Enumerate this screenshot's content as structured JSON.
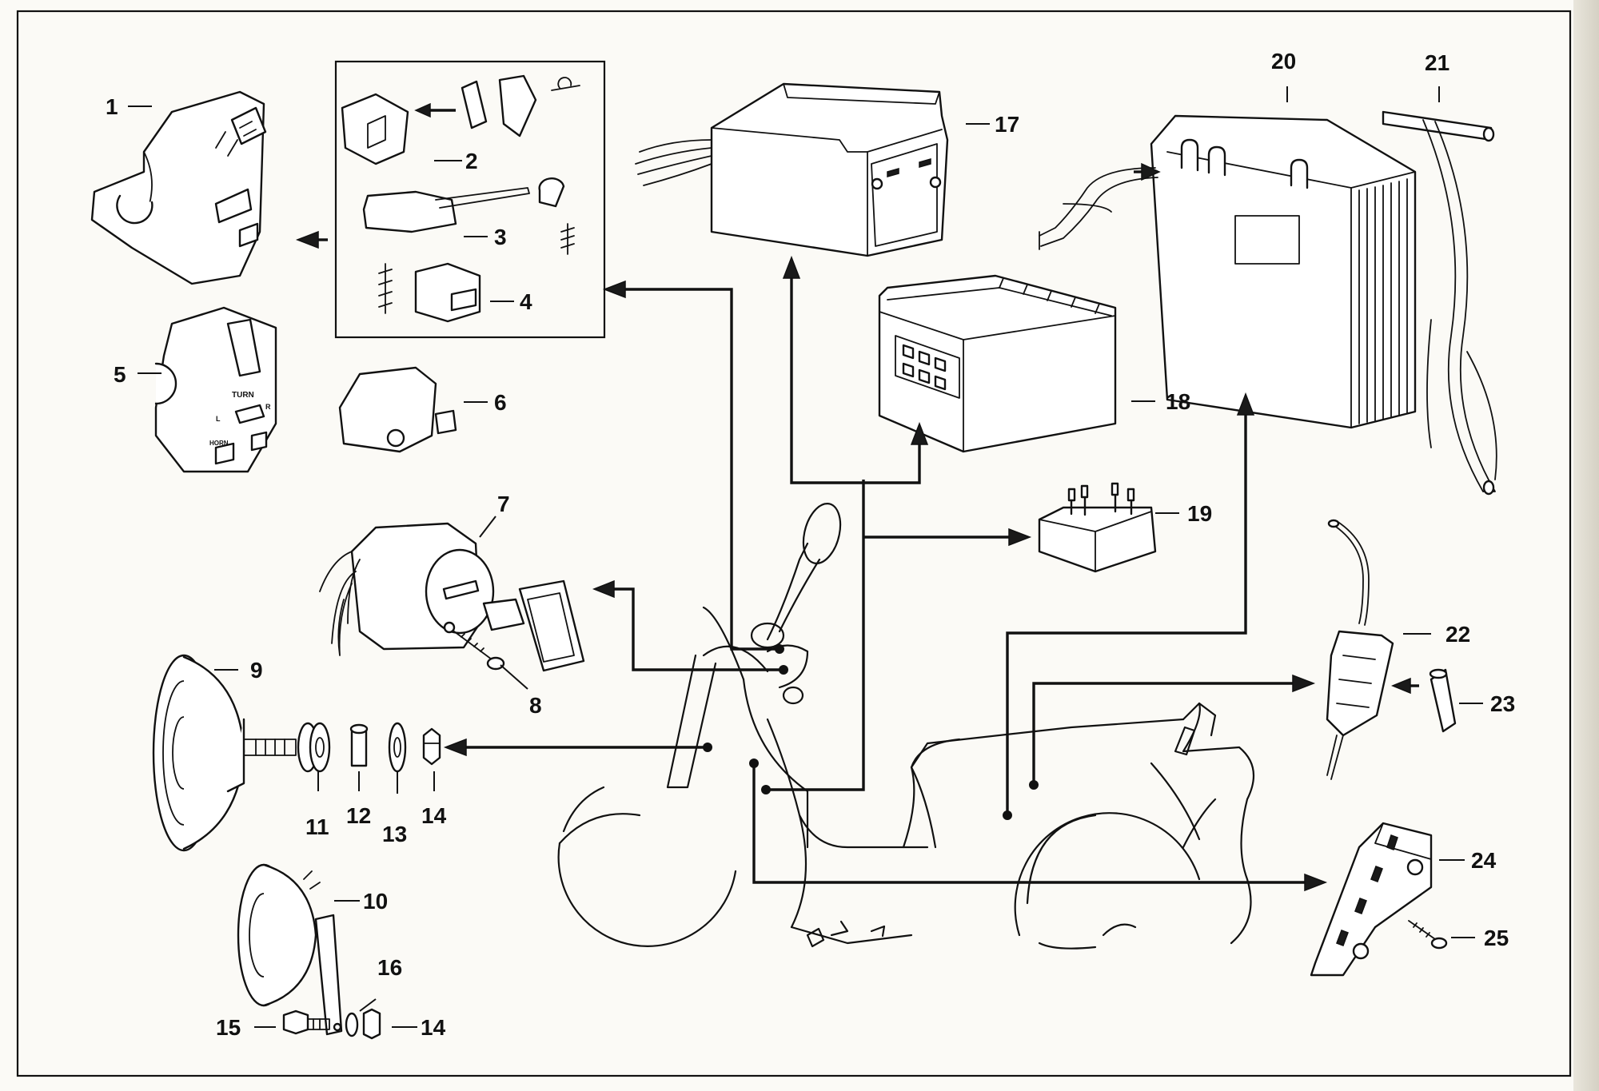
{
  "diagram": {
    "callouts": {
      "c1": "1",
      "c2": "2",
      "c3": "3",
      "c4": "4",
      "c5": "5",
      "c6": "6",
      "c7": "7",
      "c8": "8",
      "c9": "9",
      "c10": "10",
      "c11": "11",
      "c12": "12",
      "c13": "13",
      "c14a": "14",
      "c14b": "14",
      "c15": "15",
      "c16": "16",
      "c17": "17",
      "c18": "18",
      "c19": "19",
      "c20": "20",
      "c21": "21",
      "c22": "22",
      "c23": "23",
      "c24": "24",
      "c25": "25"
    },
    "parts": [
      {
        "id": "1",
        "icon": "handlebar-switch-left-icon"
      },
      {
        "id": "2",
        "icon": "dimmer-switch-icon"
      },
      {
        "id": "3",
        "icon": "choke-lever-icon"
      },
      {
        "id": "4",
        "icon": "horn-button-icon"
      },
      {
        "id": "5",
        "icon": "handlebar-switch-right-icon"
      },
      {
        "id": "6",
        "icon": "starter-switch-icon"
      },
      {
        "id": "7",
        "icon": "ignition-switch-icon"
      },
      {
        "id": "8",
        "icon": "screw-icon"
      },
      {
        "id": "9",
        "icon": "horn-icon"
      },
      {
        "id": "10",
        "icon": "horn-icon"
      },
      {
        "id": "11",
        "icon": "grommet-icon"
      },
      {
        "id": "12",
        "icon": "collar-icon"
      },
      {
        "id": "13",
        "icon": "washer-icon"
      },
      {
        "id": "14",
        "icon": "nut-icon"
      },
      {
        "id": "15",
        "icon": "bolt-icon"
      },
      {
        "id": "16",
        "icon": "washer-icon"
      },
      {
        "id": "17",
        "icon": "cdi-unit-icon"
      },
      {
        "id": "18",
        "icon": "regulator-icon"
      },
      {
        "id": "19",
        "icon": "relay-icon"
      },
      {
        "id": "20",
        "icon": "battery-icon"
      },
      {
        "id": "21",
        "icon": "battery-strap-icon"
      },
      {
        "id": "22",
        "icon": "fuse-holder-icon"
      },
      {
        "id": "23",
        "icon": "fuse-icon"
      },
      {
        "id": "24",
        "icon": "connector-icon"
      },
      {
        "id": "25",
        "icon": "screw-icon"
      }
    ],
    "switch_text": {
      "turn": "TURN",
      "turn_left": "L",
      "turn_right": "R",
      "horn": "HORN"
    }
  }
}
